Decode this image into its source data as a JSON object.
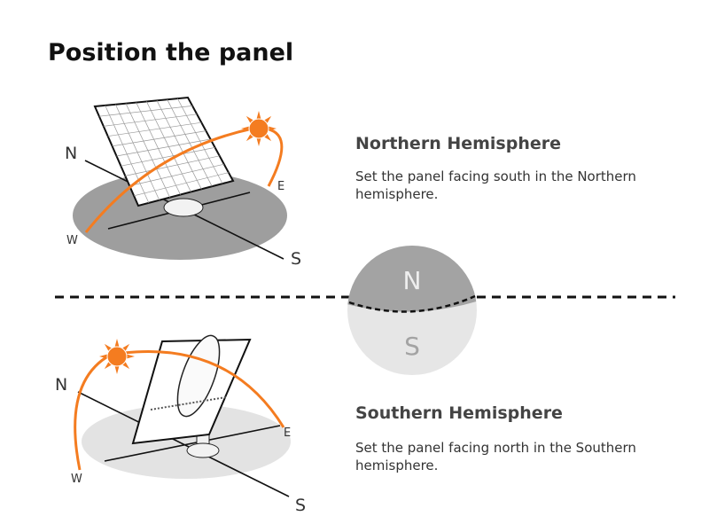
{
  "title": "Position the panel",
  "northern": {
    "heading": "Northern Hemisphere",
    "description": "Set the panel facing south in the Northern hemisphere.",
    "compass": {
      "n": "N",
      "s": "S",
      "e": "E",
      "w": "W"
    }
  },
  "southern": {
    "heading": "Southern Hemisphere",
    "description": "Set the panel facing north in the Southern hemisphere.",
    "compass": {
      "n": "N",
      "s": "S",
      "e": "E",
      "w": "W"
    }
  },
  "globe": {
    "north": "N",
    "south": "S"
  },
  "colors": {
    "sun": "#f47c20",
    "ground_north": "#9e9e9e",
    "ground_south": "#e3e3e3"
  }
}
